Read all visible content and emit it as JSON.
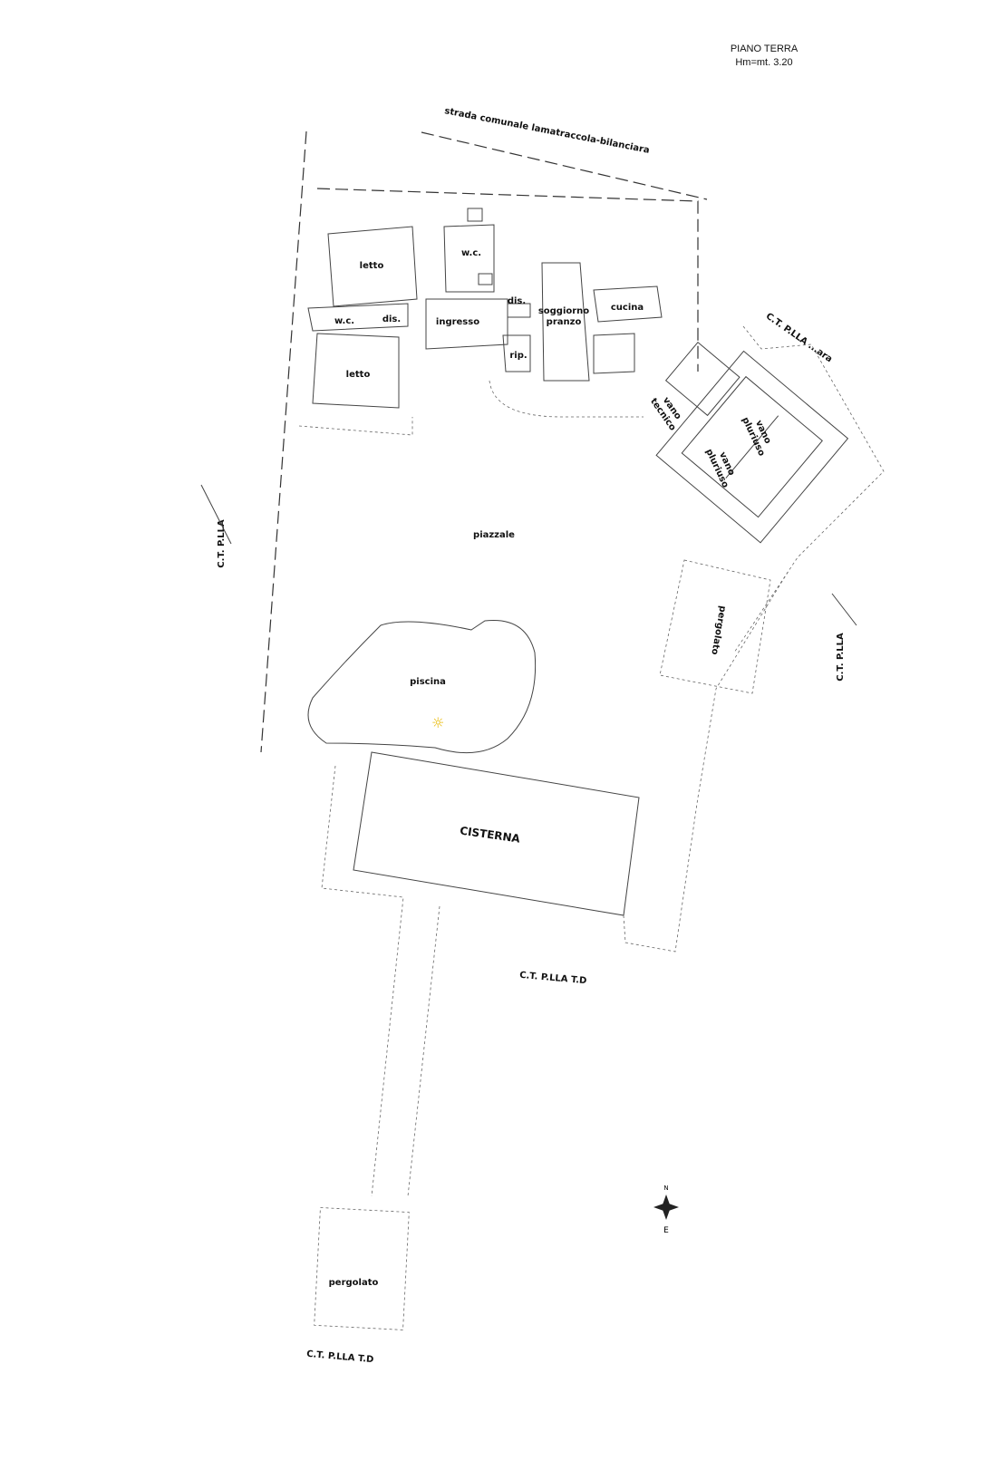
{
  "header": {
    "title": "PIANO TERRA",
    "height": "Hm=mt. 3.20"
  },
  "road": "strada comunale lamatraccola-bilanciara",
  "rooms": {
    "letto_1": "letto",
    "wc_1": "w.c.",
    "wc_2": "w.c.",
    "dis_1": "dis.",
    "dis_2": "dis.",
    "ingresso": "ingresso",
    "soggiorno": "soggiorno",
    "pranzo": "pranzo",
    "cucina": "cucina",
    "rip": "rip.",
    "letto_2": "letto",
    "vano_tecnico_1": "vano",
    "vano_tecnico_2": "tecnico",
    "vano_pluriuso_a1": "vano",
    "vano_pluriuso_a2": "pluriuso",
    "vano_pluriuso_b1": "vano",
    "vano_pluriuso_b2": "pluriuso"
  },
  "areas": {
    "piazzale": "piazzale",
    "piscina": "piscina",
    "cisterna": "CISTERNA",
    "pergolato_1": "pergolato",
    "pergolato_2": "pergolato"
  },
  "parcels": {
    "west": "C.T. P.LLA",
    "northeast": "C.T. P.LLA ...ara",
    "east": "C.T. P.LLA",
    "south": "C.T. P.LLA T.D",
    "bottom": "C.T. P.LLA T.D"
  },
  "compass": {
    "north": "N",
    "east": "E"
  }
}
